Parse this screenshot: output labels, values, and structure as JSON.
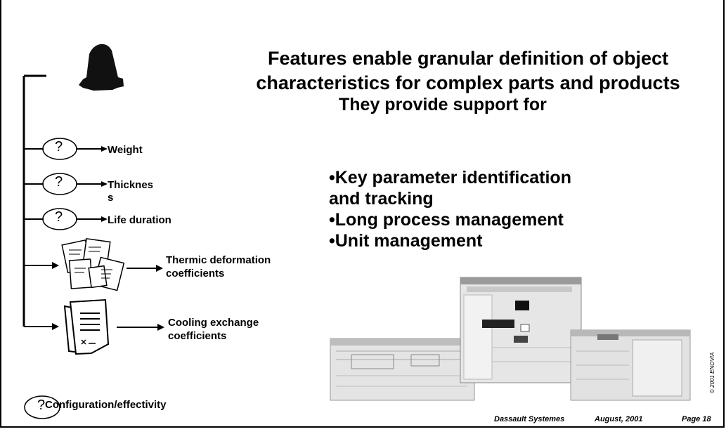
{
  "title": {
    "line1": "Features enable granular definition of object",
    "line2": "characteristics for complex parts and products"
  },
  "subtitle": "They provide support for",
  "bullets": [
    "•Key parameter identification",
    "and tracking",
    "•Long process management",
    "•Unit management"
  ],
  "features": {
    "weight": "Weight",
    "thickness_line1": "Thicknes",
    "thickness_line2": "s",
    "life_duration": "Life duration",
    "thermic_line1": "Thermic deformation",
    "thermic_line2": "coefficients",
    "cooling_line1": "Cooling exchange",
    "cooling_line2": "coefficients",
    "configuration": "Configuration/effectivity",
    "question_mark": "?"
  },
  "footer": {
    "company": "Dassault Systemes",
    "date": "August, 2001",
    "page": "Page 18",
    "copyright": "© 2001 ENOVIA"
  },
  "icons": [
    "part-icon",
    "question-circle-icon",
    "arrow-icon",
    "documents-icon",
    "document-icon",
    "screenshots-image"
  ]
}
